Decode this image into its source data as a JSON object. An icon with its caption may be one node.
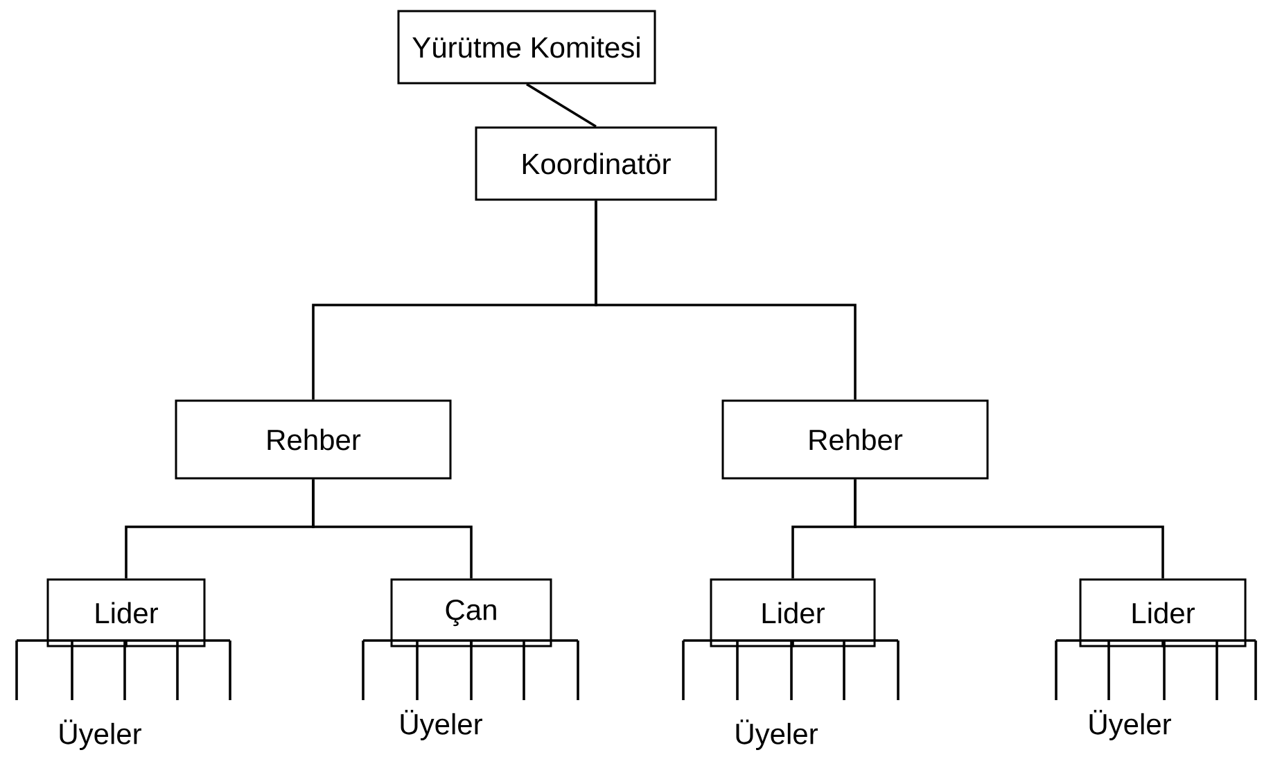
{
  "diagram": {
    "nodes": [
      {
        "text": [
          "Yürütme Komitesi"
        ]
      },
      {
        "text": [
          "Koordinatör"
        ]
      },
      {
        "text": [
          "Rehber"
        ]
      },
      {
        "text": [
          "Rehber"
        ]
      },
      {
        "text": [
          "Lider"
        ]
      },
      {
        "text": [
          "Çan"
        ]
      },
      {
        "text": [
          "Lider"
        ]
      },
      {
        "text": [
          "Lider"
        ]
      }
    ],
    "edges": [
      {
        "from": 0,
        "to": 1,
        "arrow": "none"
      },
      {
        "from": 1,
        "to": 2,
        "arrow": "none"
      },
      {
        "from": 1,
        "to": 3,
        "arrow": "none"
      },
      {
        "from": 2,
        "to": 4,
        "arrow": "none"
      },
      {
        "from": 2,
        "to": 5,
        "arrow": "none"
      },
      {
        "from": 3,
        "to": 6,
        "arrow": "none"
      },
      {
        "from": 3,
        "to": 7,
        "arrow": "none"
      }
    ],
    "labels": [
      "Üyeler",
      "Üyeler",
      "Üyeler",
      "Üyeler"
    ]
  }
}
